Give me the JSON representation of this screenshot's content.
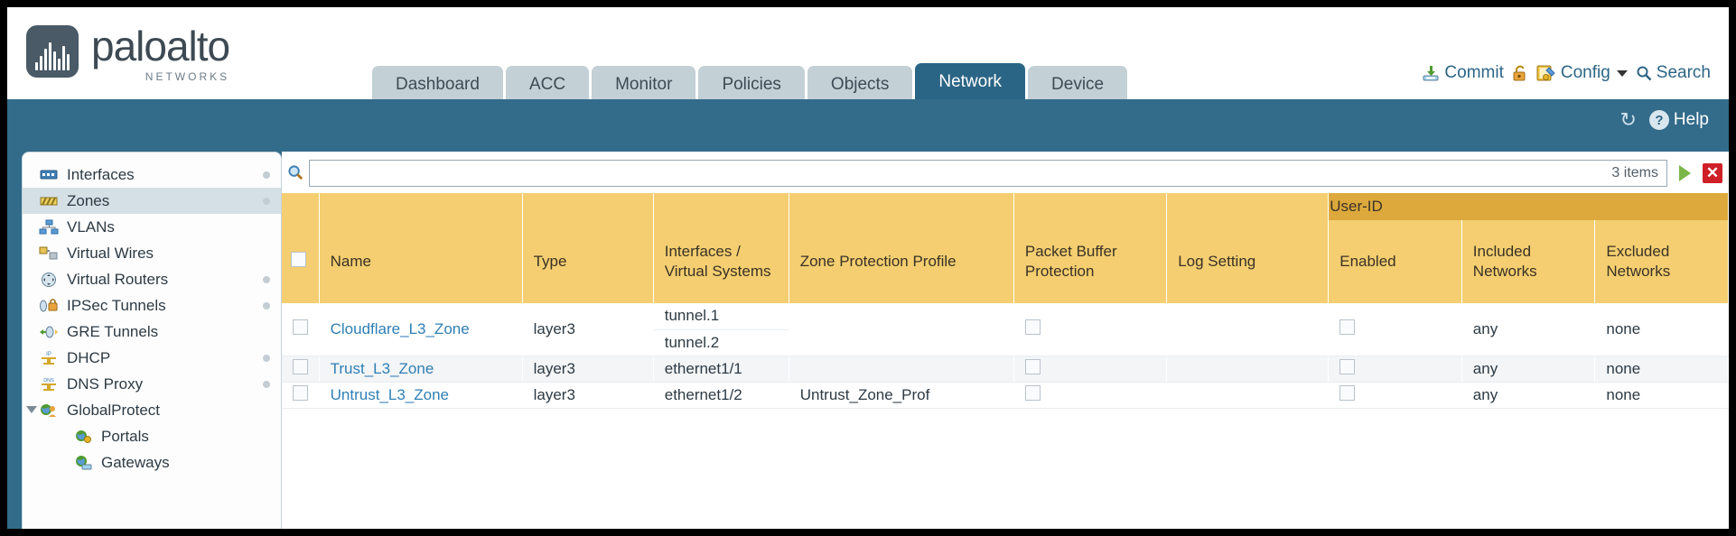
{
  "brand": {
    "name": "paloalto",
    "sub": "NETWORKS",
    "registered": "®"
  },
  "tabs": [
    {
      "label": "Dashboard",
      "active": false
    },
    {
      "label": "ACC",
      "active": false
    },
    {
      "label": "Monitor",
      "active": false
    },
    {
      "label": "Policies",
      "active": false
    },
    {
      "label": "Objects",
      "active": false
    },
    {
      "label": "Network",
      "active": true
    },
    {
      "label": "Device",
      "active": false
    }
  ],
  "toolbar": {
    "commit": "Commit",
    "config": "Config",
    "search": "Search"
  },
  "band": {
    "help": "Help"
  },
  "sidebar": {
    "items": [
      {
        "label": "Interfaces",
        "icon": "interfaces-icon",
        "selected": false,
        "dot": true,
        "child": false,
        "caret": false
      },
      {
        "label": "Zones",
        "icon": "zones-icon",
        "selected": true,
        "dot": true,
        "child": false,
        "caret": false
      },
      {
        "label": "VLANs",
        "icon": "vlans-icon",
        "selected": false,
        "dot": false,
        "child": false,
        "caret": false
      },
      {
        "label": "Virtual Wires",
        "icon": "virtual-wires-icon",
        "selected": false,
        "dot": false,
        "child": false,
        "caret": false
      },
      {
        "label": "Virtual Routers",
        "icon": "virtual-routers-icon",
        "selected": false,
        "dot": true,
        "child": false,
        "caret": false
      },
      {
        "label": "IPSec Tunnels",
        "icon": "ipsec-tunnels-icon",
        "selected": false,
        "dot": true,
        "child": false,
        "caret": false
      },
      {
        "label": "GRE Tunnels",
        "icon": "gre-tunnels-icon",
        "selected": false,
        "dot": false,
        "child": false,
        "caret": false
      },
      {
        "label": "DHCP",
        "icon": "dhcp-icon",
        "selected": false,
        "dot": true,
        "child": false,
        "caret": false
      },
      {
        "label": "DNS Proxy",
        "icon": "dns-proxy-icon",
        "selected": false,
        "dot": true,
        "child": false,
        "caret": false
      },
      {
        "label": "GlobalProtect",
        "icon": "globalprotect-icon",
        "selected": false,
        "dot": false,
        "child": false,
        "caret": true
      },
      {
        "label": "Portals",
        "icon": "portals-icon",
        "selected": false,
        "dot": false,
        "child": true,
        "caret": false
      },
      {
        "label": "Gateways",
        "icon": "gateways-icon",
        "selected": false,
        "dot": false,
        "child": true,
        "caret": false
      }
    ]
  },
  "search": {
    "value": "",
    "placeholder": "",
    "items_count": "3 items"
  },
  "table": {
    "group_header": {
      "label": "User-ID",
      "span": 3
    },
    "columns": [
      "Name",
      "Type",
      "Interfaces / Virtual Systems",
      "Zone Protection Profile",
      "Packet Buffer Protection",
      "Log Setting",
      "Enabled",
      "Included Networks",
      "Excluded Networks"
    ],
    "rows": [
      {
        "name": "Cloudflare_L3_Zone",
        "type": "layer3",
        "interfaces": [
          "tunnel.1",
          "tunnel.2"
        ],
        "zone_protection_profile": "",
        "packet_buffer_protection": false,
        "log_setting": "",
        "userid_enabled": false,
        "included_networks": "any",
        "excluded_networks": "none"
      },
      {
        "name": "Trust_L3_Zone",
        "type": "layer3",
        "interfaces": [
          "ethernet1/1"
        ],
        "zone_protection_profile": "",
        "packet_buffer_protection": false,
        "log_setting": "",
        "userid_enabled": false,
        "included_networks": "any",
        "excluded_networks": "none"
      },
      {
        "name": "Untrust_L3_Zone",
        "type": "layer3",
        "interfaces": [
          "ethernet1/2"
        ],
        "zone_protection_profile": "Untrust_Zone_Prof",
        "packet_buffer_protection": false,
        "log_setting": "",
        "userid_enabled": false,
        "included_networks": "any",
        "excluded_networks": "none"
      }
    ]
  },
  "colors": {
    "brand_dark": "#3d4a54",
    "tab_active": "#2b6586",
    "tab_inactive": "#c3d0d6",
    "band_blue": "#336b8a",
    "header_yellow": "#f4ce70",
    "group_yellow": "#dda93c",
    "link_blue": "#2f7fb5",
    "close_red": "#cf2027",
    "go_green": "#7ab648"
  }
}
